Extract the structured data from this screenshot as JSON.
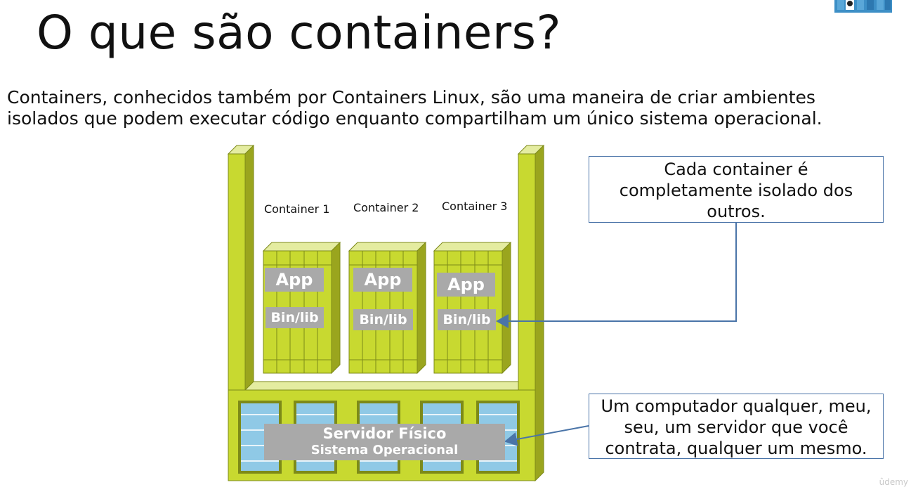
{
  "title": "O que são containers?",
  "intro": {
    "line1": "Containers, conhecidos também por Containers Linux, são uma maneira de criar ambientes",
    "line2": "isolados que podem executar código enquanto compartilham um único sistema operacional."
  },
  "containers": [
    {
      "label": "Container 1",
      "app": "App",
      "binlib": "Bin/lib"
    },
    {
      "label": "Container 2",
      "app": "App",
      "binlib": "Bin/lib"
    },
    {
      "label": "Container 3",
      "app": "App",
      "binlib": "Bin/lib"
    }
  ],
  "server": {
    "line1": "Servidor Físico",
    "line2": "Sistema Operacional"
  },
  "callouts": {
    "top": [
      "Cada container é",
      "completamente isolado dos",
      "outros."
    ],
    "bottom": [
      "Um computador qualquer, meu,",
      "seu, um servidor que você",
      "contrata, qualquer um mesmo."
    ]
  },
  "watermark": "ûdemy",
  "colors": {
    "lime": "#c8d930",
    "lime_dark": "#9aa51e",
    "lime_light": "#e4eca0",
    "label_gray": "#a9a9a9",
    "arrow_blue": "#4a74a8",
    "rack_blue": "#8fc9e6"
  }
}
